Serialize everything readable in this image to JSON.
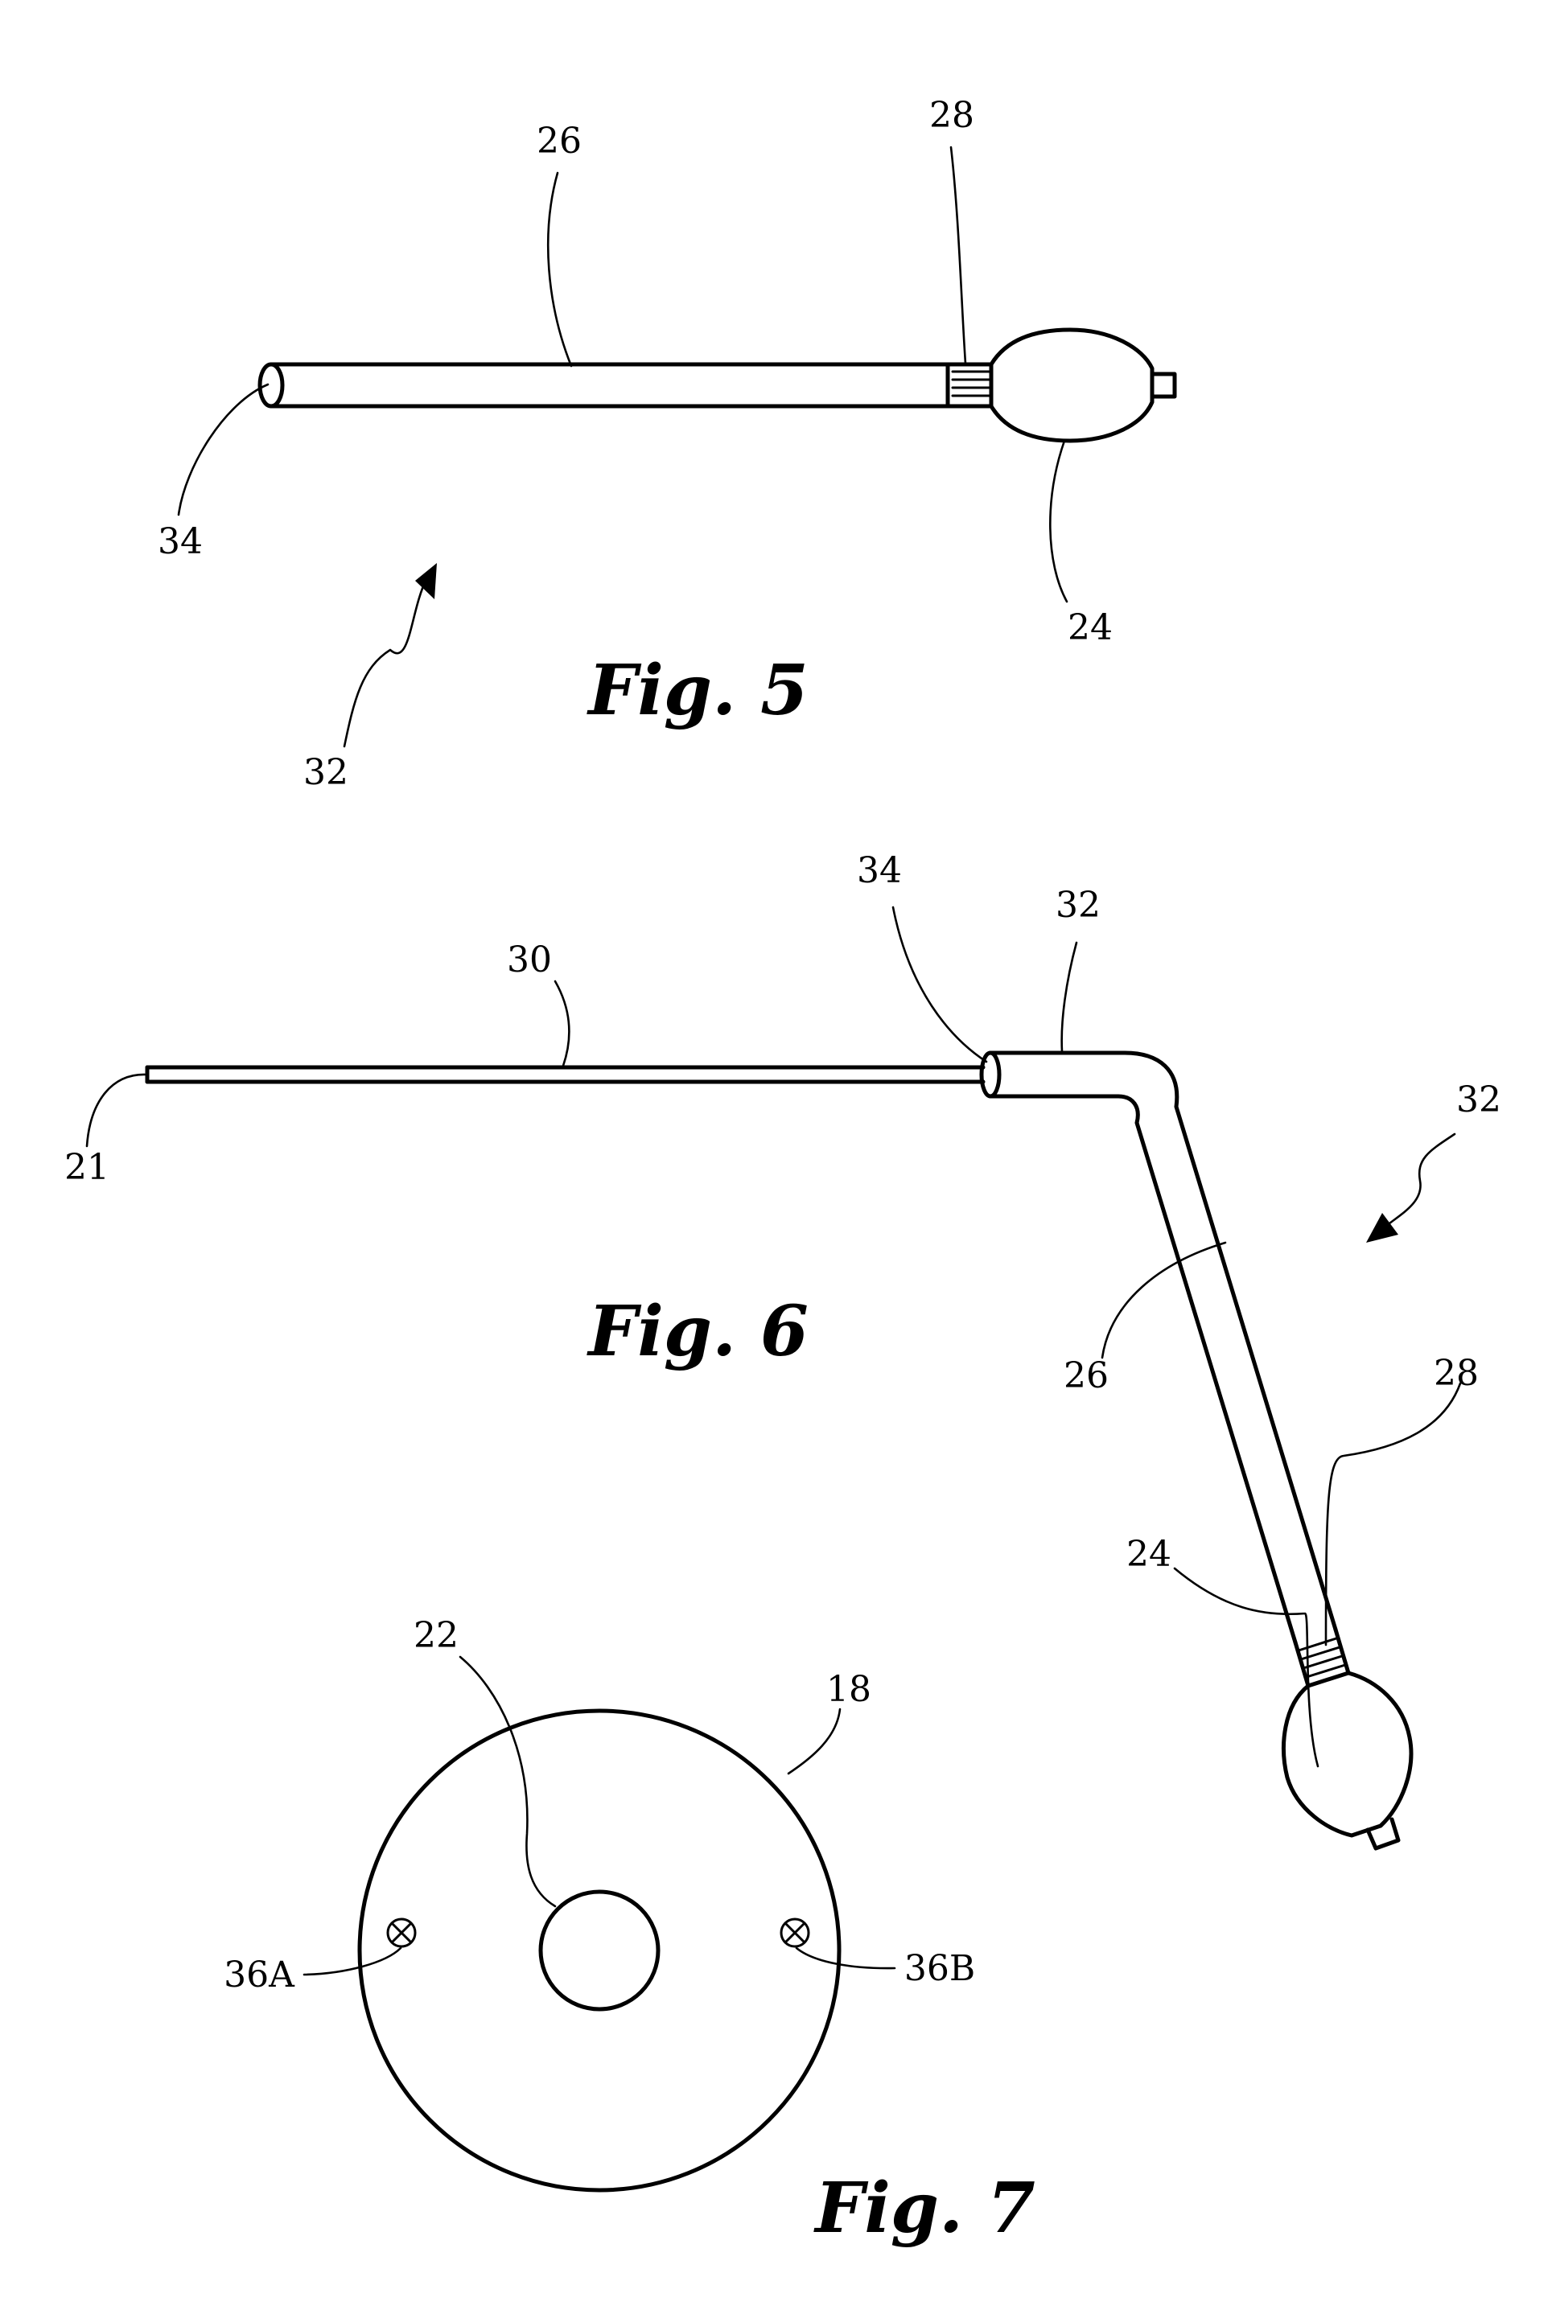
{
  "figures": {
    "fig5": {
      "caption": "Fig. 5",
      "refs": {
        "tube": "26",
        "band": "28",
        "open_end": "34",
        "bulb": "24",
        "assembly": "32"
      }
    },
    "fig6": {
      "caption": "Fig. 6",
      "refs": {
        "wire": "30",
        "wire_tip": "21",
        "open_end": "34",
        "bend": "32",
        "assembly": "32",
        "tube": "26",
        "band": "28",
        "bulb": "24"
      }
    },
    "fig7": {
      "caption": "Fig. 7",
      "refs": {
        "hole": "22",
        "disc": "18",
        "screw_left": "36A",
        "screw_right": "36B"
      }
    }
  }
}
